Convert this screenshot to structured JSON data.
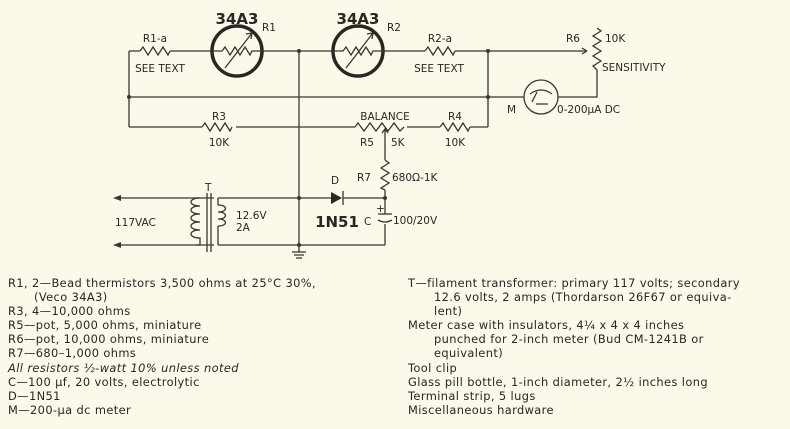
{
  "schematic": {
    "r1_type": "34A3",
    "r1_label": "R1",
    "r2_type": "34A3",
    "r2_label": "R2",
    "r1a_label": "R1-a",
    "r1a_value": "SEE TEXT",
    "r2a_label": "R2-a",
    "r2a_value": "SEE TEXT",
    "r6_label": "R6",
    "r6_value": "10K",
    "r6_name": "SENSITIVITY",
    "meter_label": "M",
    "meter_value": "0-200µA DC",
    "r3_label": "R3",
    "r3_value": "10K",
    "r5_name": "BALANCE",
    "r5_label": "R5",
    "r5_value": "5K",
    "r4_label": "R4",
    "r4_value": "10K",
    "r7_label": "R7",
    "r7_value": "680Ω-1K",
    "diode_label": "D",
    "diode_value": "1N51",
    "cap_label": "C",
    "cap_polarity": "+",
    "cap_value": "100/20V",
    "transformer_label": "T",
    "secondary_v": "12.6V",
    "secondary_a": "2A",
    "input": "117VAC"
  },
  "parts_left": [
    "R1, 2—Bead thermistors 3,500 ohms at 25°C 30%,",
    "(Veco 34A3)",
    "R3, 4—10,000 ohms",
    "R5—pot, 5,000 ohms, miniature",
    "R6—pot, 10,000 ohms, miniature",
    "R7—680–1,000 ohms",
    "All resistors ½-watt 10% unless noted",
    "C—100 µf, 20 volts, electrolytic",
    "D—1N51",
    "M—200-µa dc meter"
  ],
  "parts_right": [
    "T—filament transformer: primary 117 volts; secondary",
    "12.6 volts, 2 amps (Thordarson 26F67 or equiva-",
    "lent)",
    "Meter case with insulators, 4¼ x 4 x 4 inches",
    "punched for 2-inch meter (Bud CM-1241B or",
    "equivalent)",
    "Tool clip",
    "Glass pill bottle, 1-inch diameter, 2½ inches long",
    "Terminal strip, 5 lugs",
    "Miscellaneous hardware"
  ]
}
